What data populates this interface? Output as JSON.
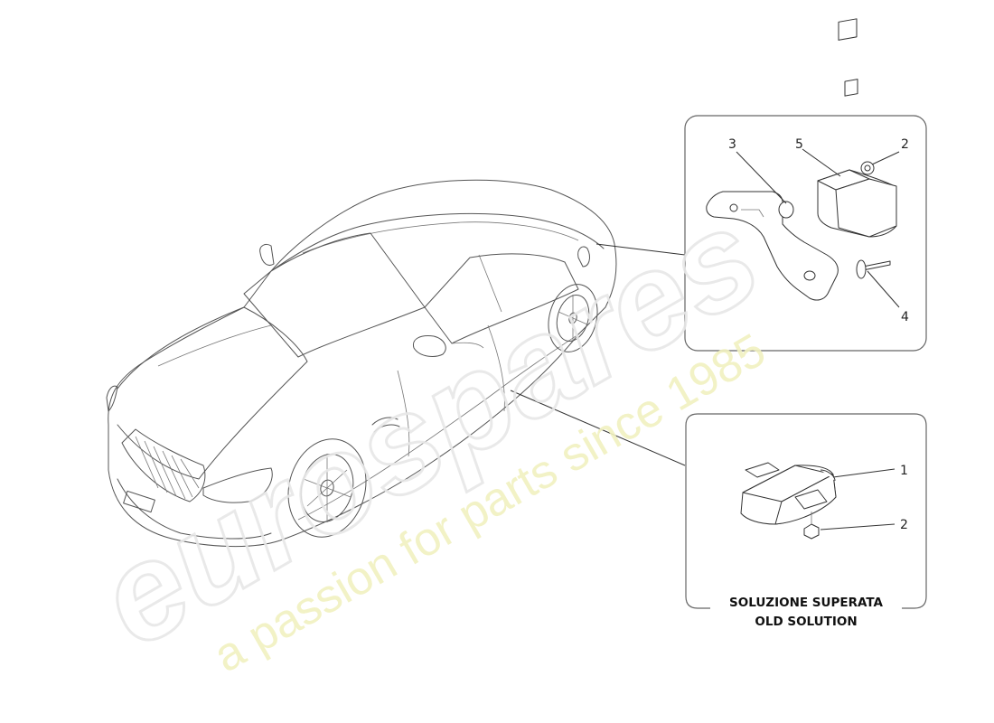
{
  "detail_top": {
    "callouts": [
      "3",
      "5",
      "2",
      "4"
    ]
  },
  "detail_bottom": {
    "callouts": [
      "1",
      "2"
    ],
    "caption_line1": "SOLUZIONE SUPERATA",
    "caption_line2": "OLD SOLUTION"
  },
  "watermark": {
    "brand": "eurospares",
    "tagline": "a passion for parts since 1985"
  },
  "colors": {
    "linework": "#555555",
    "watermark_brand": "#e7e7e7",
    "watermark_tagline": "#f1f1c0"
  }
}
